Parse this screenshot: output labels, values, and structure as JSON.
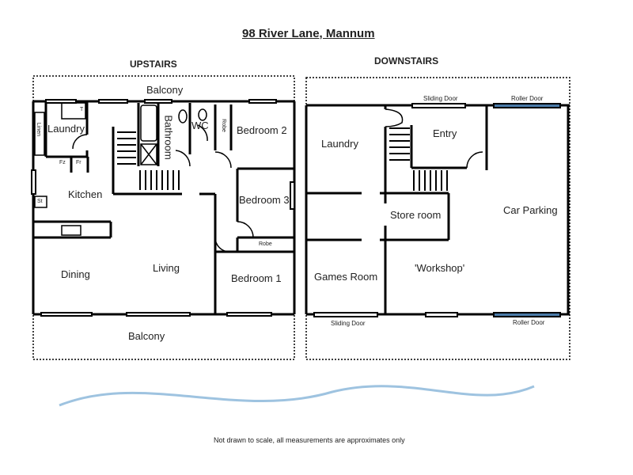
{
  "title": "98 River Lane, Mannum",
  "upstairs": {
    "heading": "UPSTAIRS",
    "rooms": [
      "Balcony",
      "Laundry",
      "Kitchen",
      "Dining",
      "Living",
      "Bathroom",
      "WC",
      "Bedroom 2",
      "Bedroom 3",
      "Bedroom 1",
      "Balcony"
    ],
    "fixtures": [
      "Linen",
      "T",
      "Fz",
      "Fr",
      "St",
      "Robe",
      "Robe"
    ]
  },
  "downstairs": {
    "heading": "DOWNSTAIRS",
    "rooms": [
      "Laundry",
      "Entry",
      "Store room",
      "Car Parking",
      "Games Room",
      "'Workshop'"
    ],
    "doors": [
      "Sliding Door",
      "Roller Door",
      "Sliding Door",
      "Roller Door"
    ]
  },
  "footnote": "Not drawn to scale, all measurements are approximates only",
  "colors": {
    "wall": "#000000",
    "roller_door": "#4a7aa8",
    "water": "#9ec3e0"
  }
}
